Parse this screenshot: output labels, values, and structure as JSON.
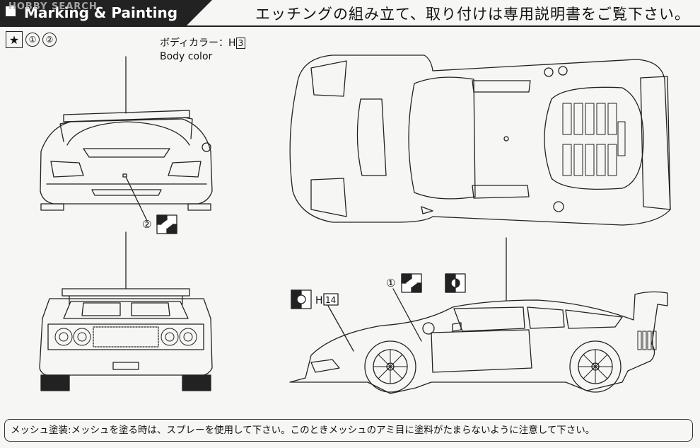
{
  "header": {
    "watermark": "HOBBY SEARCH",
    "title": "Marking & Painting",
    "instruction": "エッチングの組み立て、取り付けは専用説明書をご覧下さい。"
  },
  "marks": {
    "star": "★",
    "circle_1": "①",
    "circle_2": "②"
  },
  "body_color": {
    "label_jp": "ボディカラー：H",
    "number": "3",
    "label_en": "Body color"
  },
  "callouts": {
    "front_marker": "②",
    "side_marker": "①",
    "h14_prefix": "H",
    "h14_number": "14"
  },
  "footer": {
    "text": "メッシュ塗装:メッシュを塗る時は、スプレーを使用して下さい。このときメッシュのアミ目に塗料がたまらないように注意して下さい。"
  }
}
